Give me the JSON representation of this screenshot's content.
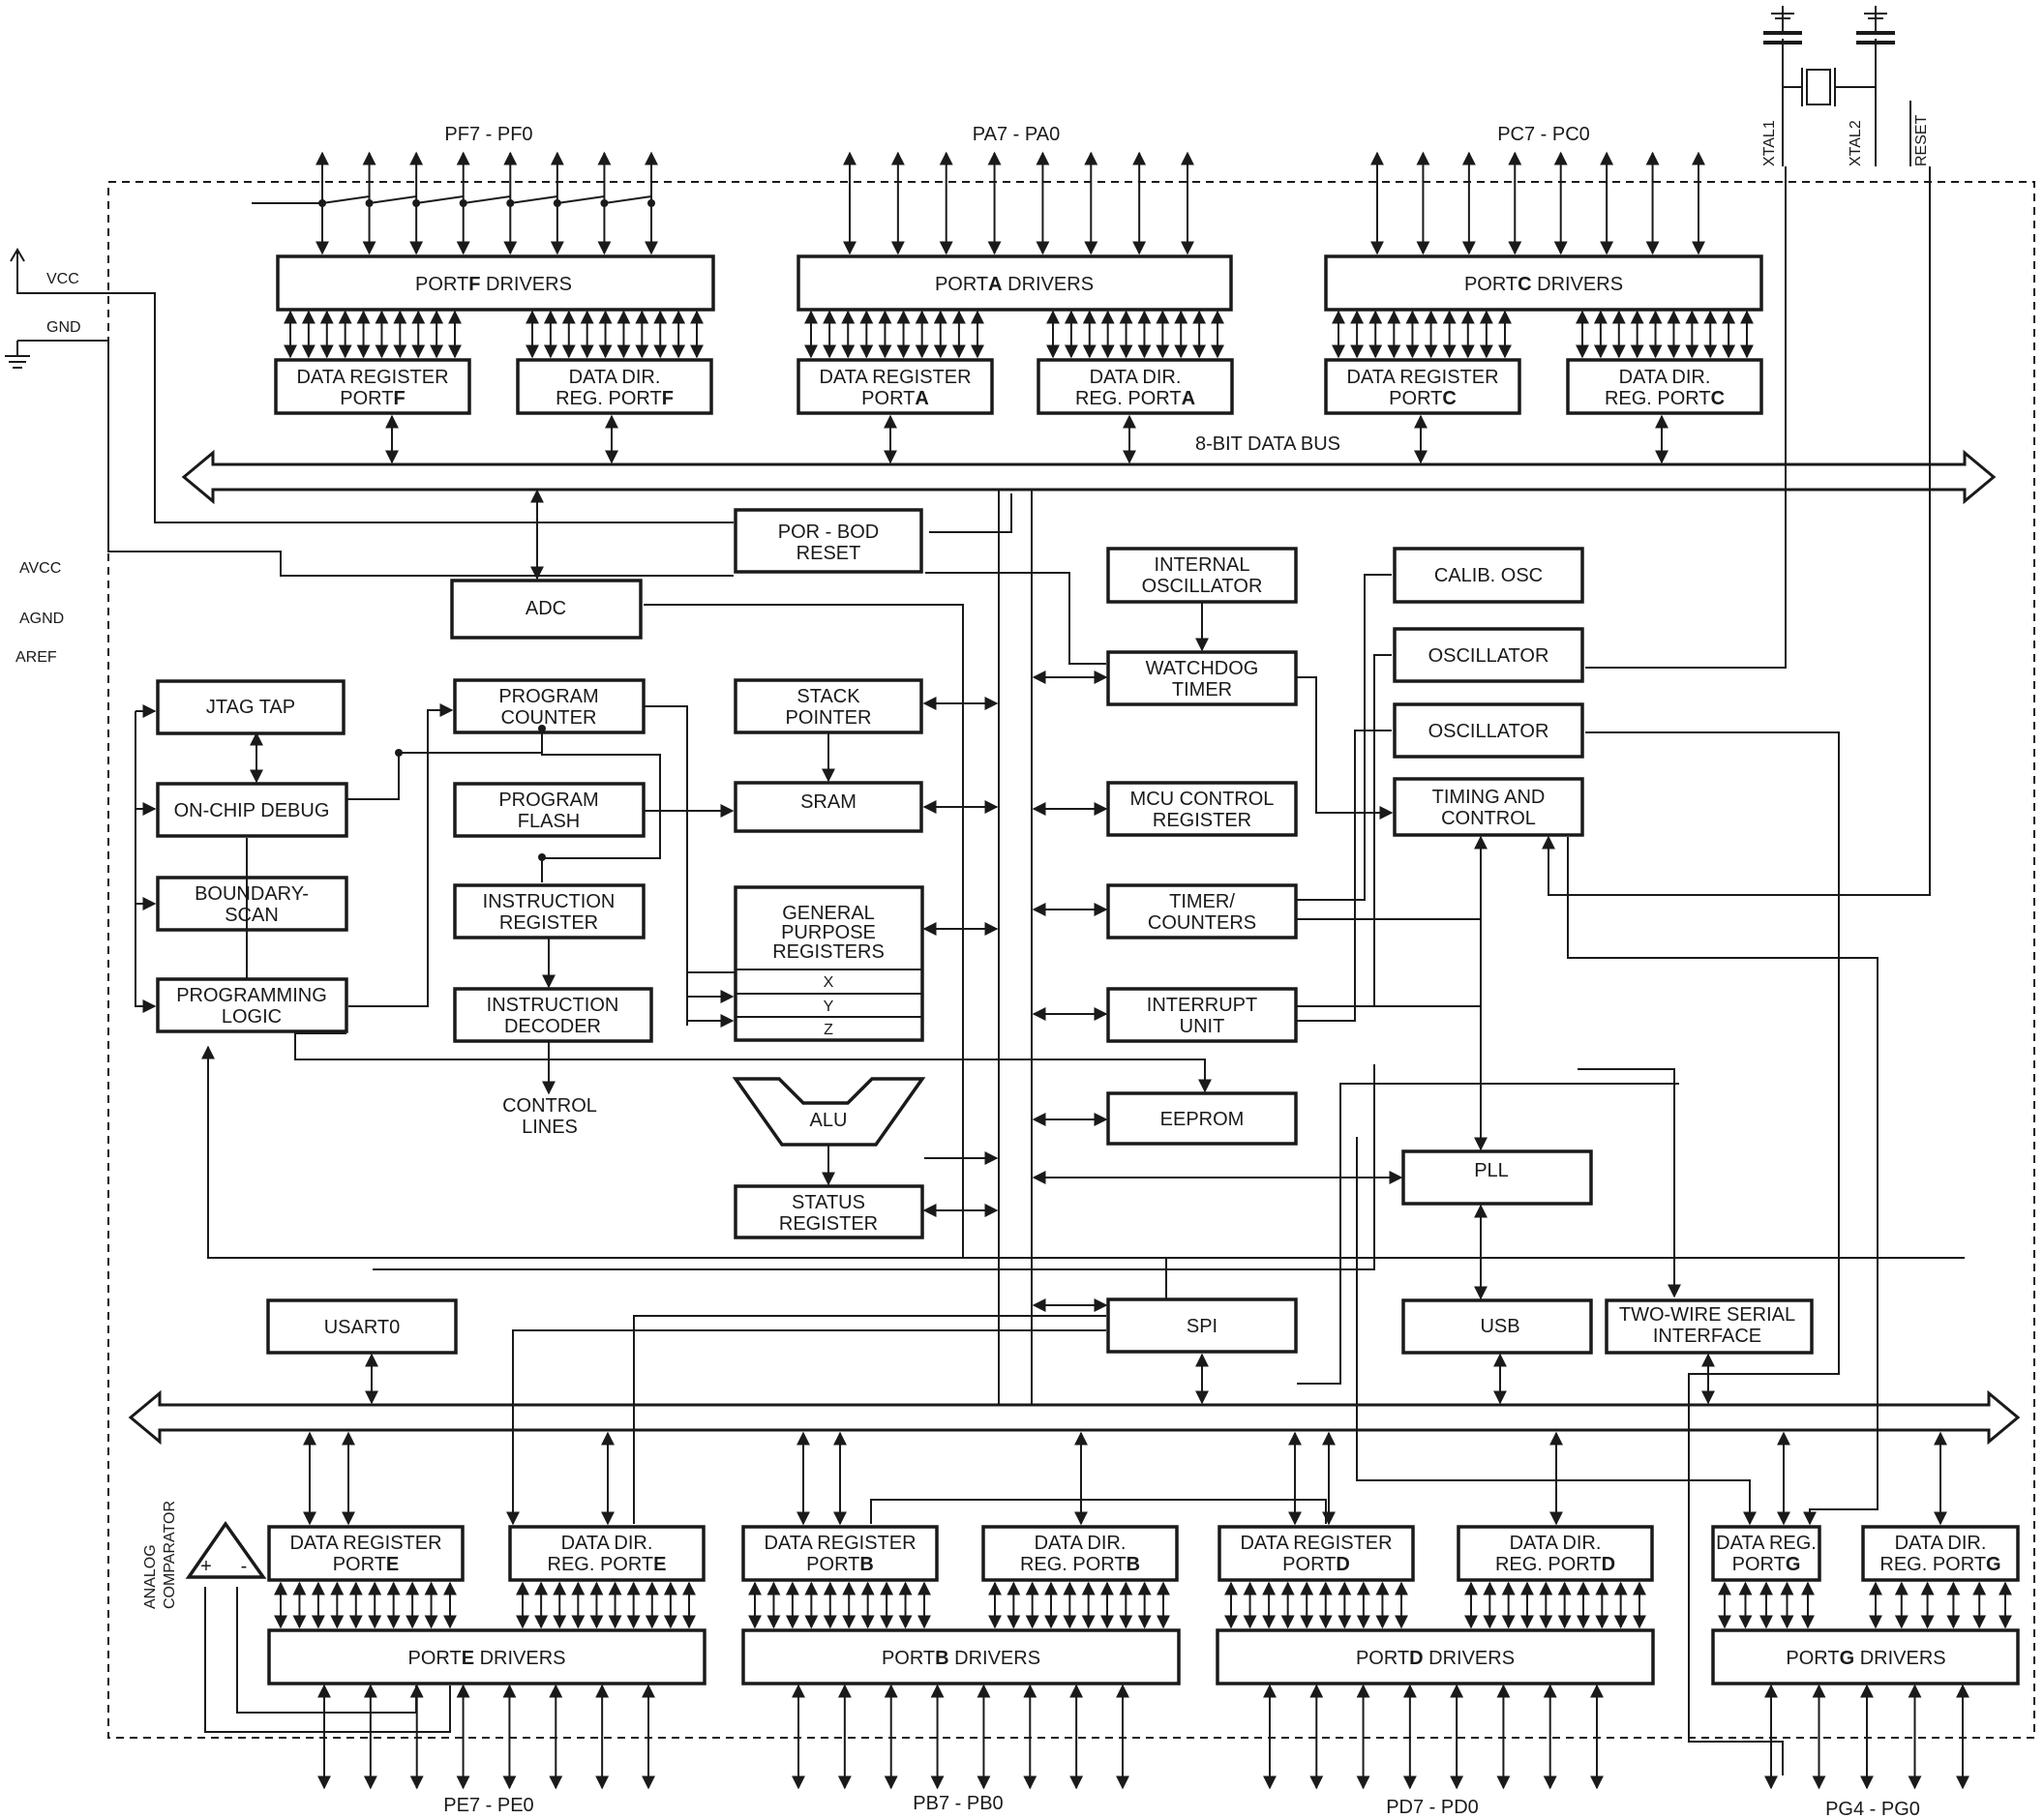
{
  "power": {
    "vcc": "VCC",
    "gnd": "GND",
    "avcc": "AVCC",
    "agnd": "AGND",
    "aref": "AREF",
    "xtal1": "XTAL1",
    "xtal2": "XTAL2",
    "reset": "RESET"
  },
  "port_pins": {
    "pf": "PF7 - PF0",
    "pa": "PA7 - PA0",
    "pc": "PC7 - PC0",
    "pe": "PE7 - PE0",
    "pb": "PB7 - PB0",
    "pd": "PD7 - PD0",
    "pg": "PG4 - PG0"
  },
  "top_ports": {
    "f": {
      "drivers_a": "PORT",
      "drivers_b": "F",
      "drivers_c": " DRIVERS",
      "dreg_1": "DATA REGISTER",
      "dreg_2a": "PORT",
      "dreg_2b": "F",
      "ddir_1": "DATA DIR.",
      "ddir_2a": "REG. PORT",
      "ddir_2b": "F"
    },
    "a": {
      "drivers_a": "PORT",
      "drivers_b": "A",
      "drivers_c": " DRIVERS",
      "dreg_1": "DATA REGISTER",
      "dreg_2a": "PORT",
      "dreg_2b": "A",
      "ddir_1": "DATA DIR.",
      "ddir_2a": "REG. PORT",
      "ddir_2b": "A"
    },
    "c": {
      "drivers_a": "PORT",
      "drivers_b": "C",
      "drivers_c": " DRIVERS",
      "dreg_1": "DATA REGISTER",
      "dreg_2a": "PORT",
      "dreg_2b": "C",
      "ddir_1": "DATA DIR.",
      "ddir_2a": "REG. PORT",
      "ddir_2b": "C"
    }
  },
  "bottom_ports": {
    "e": {
      "drivers_a": "PORT",
      "drivers_b": "E",
      "drivers_c": " DRIVERS",
      "dreg_1": "DATA REGISTER",
      "dreg_2a": "PORT",
      "dreg_2b": "E",
      "ddir_1": "DATA DIR.",
      "ddir_2a": "REG. PORT",
      "ddir_2b": "E"
    },
    "b": {
      "drivers_a": "PORT",
      "drivers_b": "B",
      "drivers_c": " DRIVERS",
      "dreg_1": "DATA REGISTER",
      "dreg_2a": "PORT",
      "dreg_2b": "B",
      "ddir_1": "DATA DIR.",
      "ddir_2a": "REG. PORT",
      "ddir_2b": "B"
    },
    "d": {
      "drivers_a": "PORT",
      "drivers_b": "D",
      "drivers_c": " DRIVERS",
      "dreg_1": "DATA REGISTER",
      "dreg_2a": "PORT",
      "dreg_2b": "D",
      "ddir_1": "DATA DIR.",
      "ddir_2a": "REG. PORT",
      "ddir_2b": "D"
    },
    "g": {
      "drivers_a": "PORT",
      "drivers_b": "G",
      "drivers_c": " DRIVERS",
      "dreg_1": "DATA REG.",
      "dreg_2a": "PORT",
      "dreg_2b": "G",
      "ddir_1": "DATA DIR.",
      "ddir_2a": "REG. PORT",
      "ddir_2b": "G"
    }
  },
  "bus": {
    "label": "8-BIT DATA BUS"
  },
  "blocks": {
    "por_1": "POR - BOD",
    "por_2": "RESET",
    "adc": "ADC",
    "jtag": "JTAG TAP",
    "ocd": "ON-CHIP DEBUG",
    "bscan_1": "BOUNDARY-",
    "bscan_2": "SCAN",
    "prog_logic_1": "PROGRAMMING",
    "prog_logic_2": "LOGIC",
    "pc_1": "PROGRAM",
    "pc_2": "COUNTER",
    "pflash_1": "PROGRAM",
    "pflash_2": "FLASH",
    "ireg_1": "INSTRUCTION",
    "ireg_2": "REGISTER",
    "idec_1": "INSTRUCTION",
    "idec_2": "DECODER",
    "ctrl_1": "CONTROL",
    "ctrl_2": "LINES",
    "sp_1": "STACK",
    "sp_2": "POINTER",
    "sram": "SRAM",
    "gpr_1": "GENERAL",
    "gpr_2": "PURPOSE",
    "gpr_3": "REGISTERS",
    "gpr_x": "X",
    "gpr_y": "Y",
    "gpr_z": "Z",
    "alu": "ALU",
    "sreg_1": "STATUS",
    "sreg_2": "REGISTER",
    "intosc_1": "INTERNAL",
    "intosc_2": "OSCILLATOR",
    "wdt_1": "WATCHDOG",
    "wdt_2": "TIMER",
    "mcu_1": "MCU CONTROL",
    "mcu_2": "REGISTER",
    "timer_1": "TIMER/",
    "timer_2": "COUNTERS",
    "int_1": "INTERRUPT",
    "int_2": "UNIT",
    "eeprom": "EEPROM",
    "calib": "CALIB. OSC",
    "osc1": "OSCILLATOR",
    "osc2": "OSCILLATOR",
    "timing_1": "TIMING AND",
    "timing_2": "CONTROL",
    "pll": "PLL",
    "usb": "USB",
    "twi_1": "TWO-WIRE SERIAL",
    "twi_2": "INTERFACE",
    "spi": "SPI",
    "usart": "USART0",
    "acomp_1": "ANALOG",
    "acomp_2": "COMPARATOR",
    "acomp_plus": "+",
    "acomp_minus": "-"
  },
  "colors": {
    "ink": "#1a1a1a",
    "paper": "#ffffff"
  }
}
